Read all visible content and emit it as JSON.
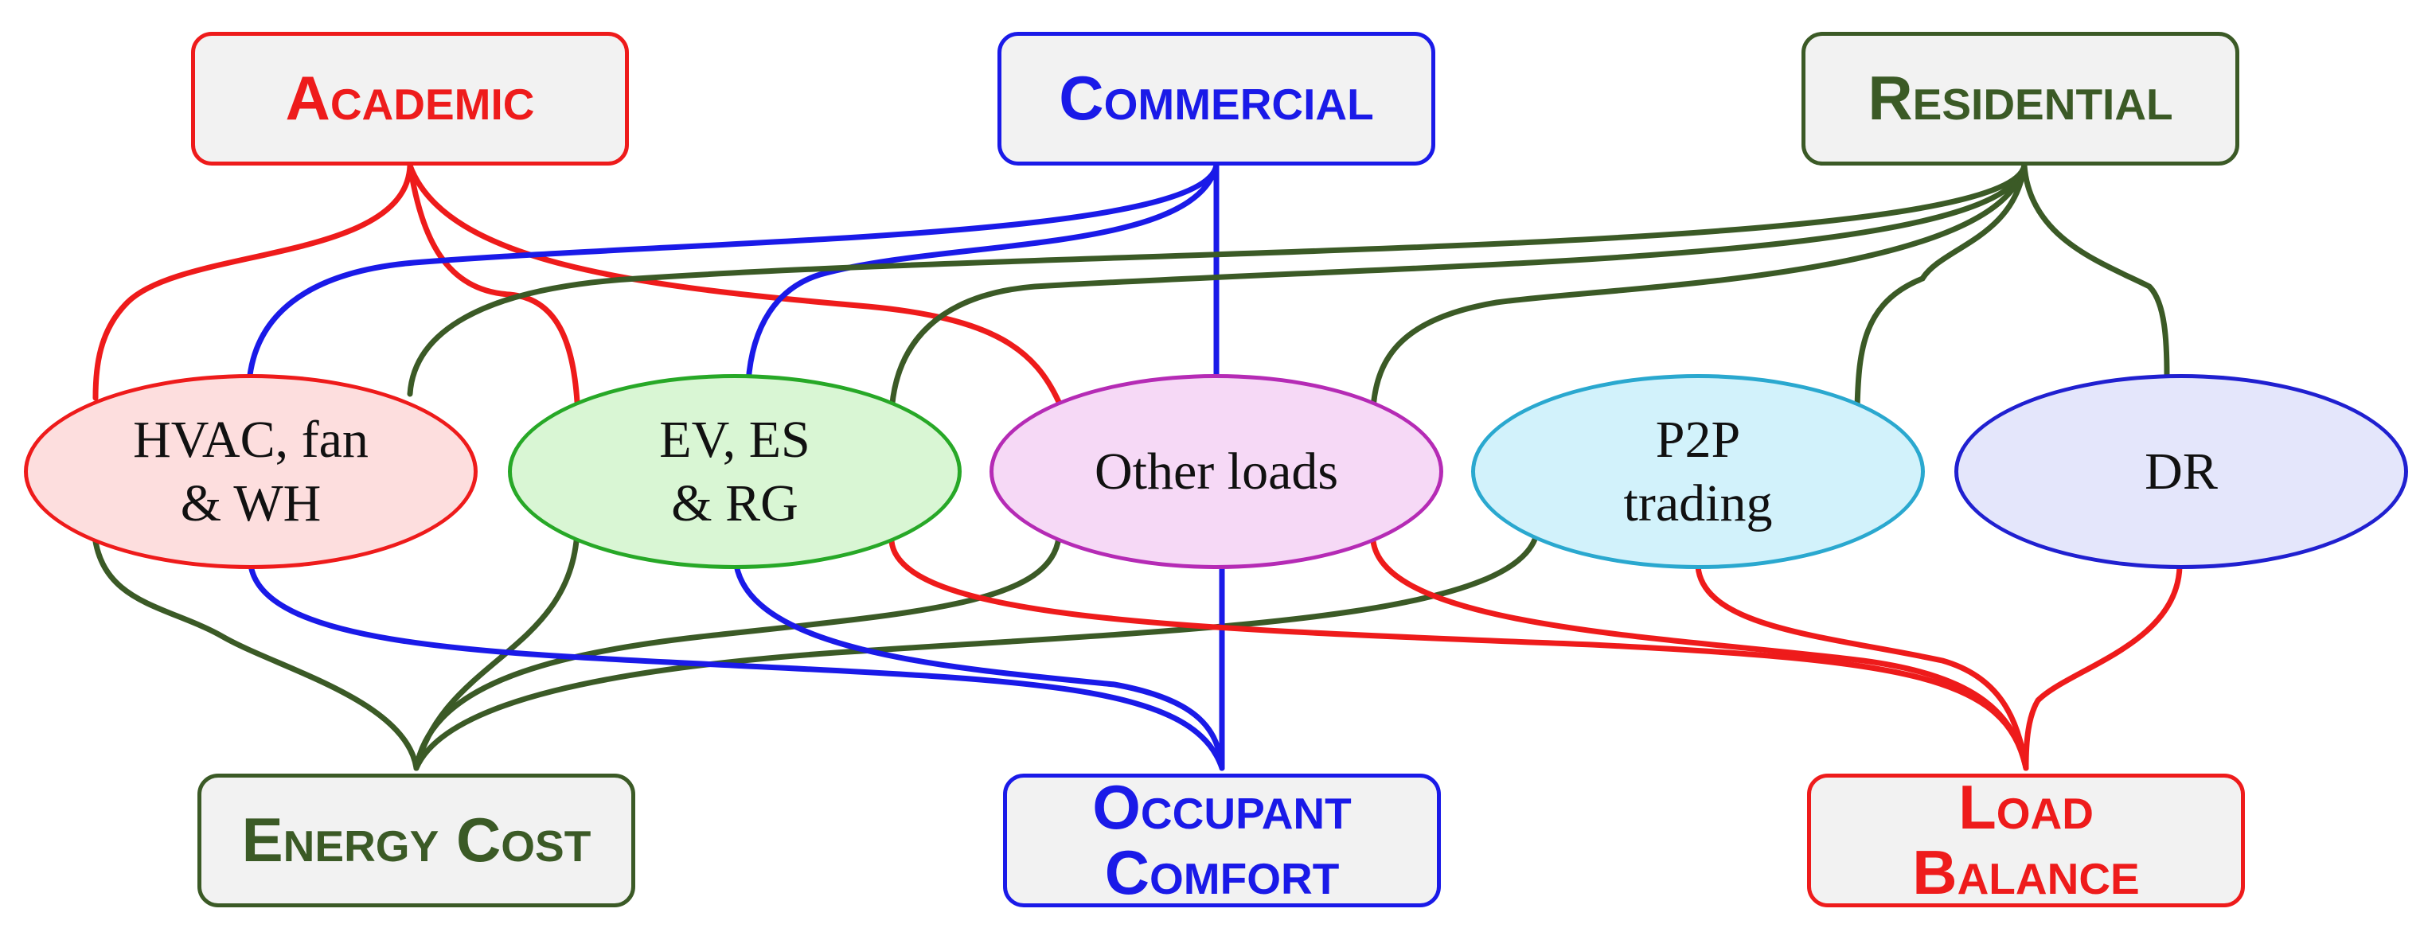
{
  "colors": {
    "academic": "#ee1b1b",
    "commercial": "#1a1ae8",
    "residential": "#3b5a26",
    "hvac_fill": "#fddede",
    "ev_fill": "#d9f6d4",
    "ev_border": "#27a827",
    "other_fill": "#f6d9f6",
    "other_border": "#b52bb5",
    "p2p_fill": "#d2f2fb",
    "p2p_border": "#2aa8cf",
    "dr_fill": "#e4e6fb",
    "dr_border": "#2020d0",
    "box_fill": "#f2f2f2"
  },
  "sources": {
    "academic": "Academic",
    "commercial": "Commercial",
    "residential": "Residential"
  },
  "nodes": {
    "hvac": [
      "HVAC, fan",
      "& WH"
    ],
    "ev": [
      "EV, ES",
      "& RG"
    ],
    "other": "Other loads",
    "p2p": [
      "P2P",
      "trading"
    ],
    "dr": "DR"
  },
  "objectives": {
    "energy_cost": "Energy Cost",
    "occupant_comfort": [
      "Occupant",
      "Comfort"
    ],
    "load_balance": [
      "Load",
      "Balance"
    ]
  }
}
